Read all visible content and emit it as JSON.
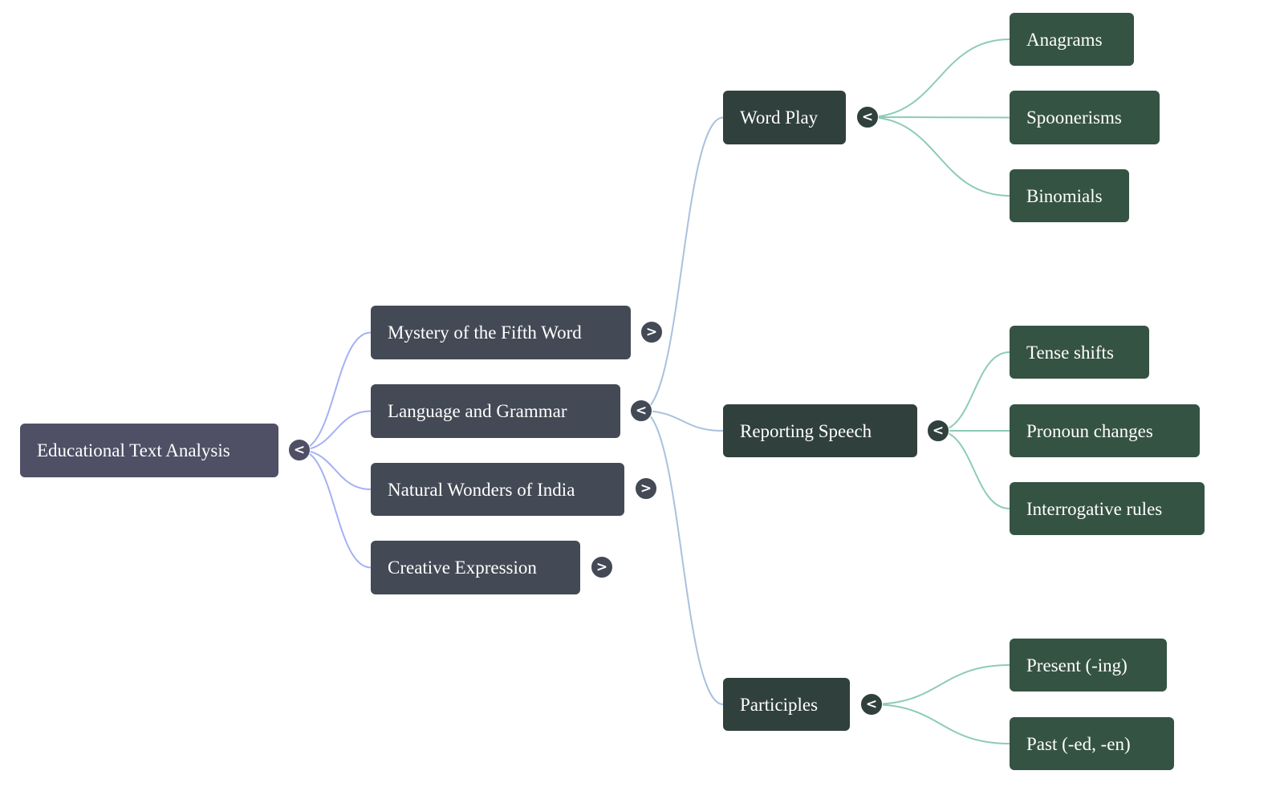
{
  "diagram": {
    "type": "mindmap",
    "colors": {
      "root_node": "#4f4f66",
      "level1_node": "#434a55",
      "level2_node": "#30403c",
      "level3_node": "#355343",
      "edge_root": "#a5b0f5",
      "edge_level1": "#a9c1dd",
      "edge_level2": "#8ccbb8",
      "text": "#ffffff"
    },
    "root": {
      "label": "Educational Text Analysis",
      "toggle": "<",
      "expanded": true,
      "children": [
        {
          "label": "Mystery of the Fifth Word",
          "toggle": ">",
          "expanded": false,
          "children": []
        },
        {
          "label": "Language and Grammar",
          "toggle": "<",
          "expanded": true,
          "children": [
            {
              "label": "Word Play",
              "toggle": "<",
              "expanded": true,
              "children": [
                {
                  "label": "Anagrams"
                },
                {
                  "label": "Spoonerisms"
                },
                {
                  "label": "Binomials"
                }
              ]
            },
            {
              "label": "Reporting Speech",
              "toggle": "<",
              "expanded": true,
              "children": [
                {
                  "label": "Tense shifts"
                },
                {
                  "label": "Pronoun changes"
                },
                {
                  "label": "Interrogative rules"
                }
              ]
            },
            {
              "label": "Participles",
              "toggle": "<",
              "expanded": true,
              "children": [
                {
                  "label": "Present (-ing)"
                },
                {
                  "label": "Past (-ed, -en)"
                }
              ]
            }
          ]
        },
        {
          "label": "Natural Wonders of India",
          "toggle": ">",
          "expanded": false,
          "children": []
        },
        {
          "label": "Creative Expression",
          "toggle": ">",
          "expanded": false,
          "children": []
        }
      ]
    }
  }
}
